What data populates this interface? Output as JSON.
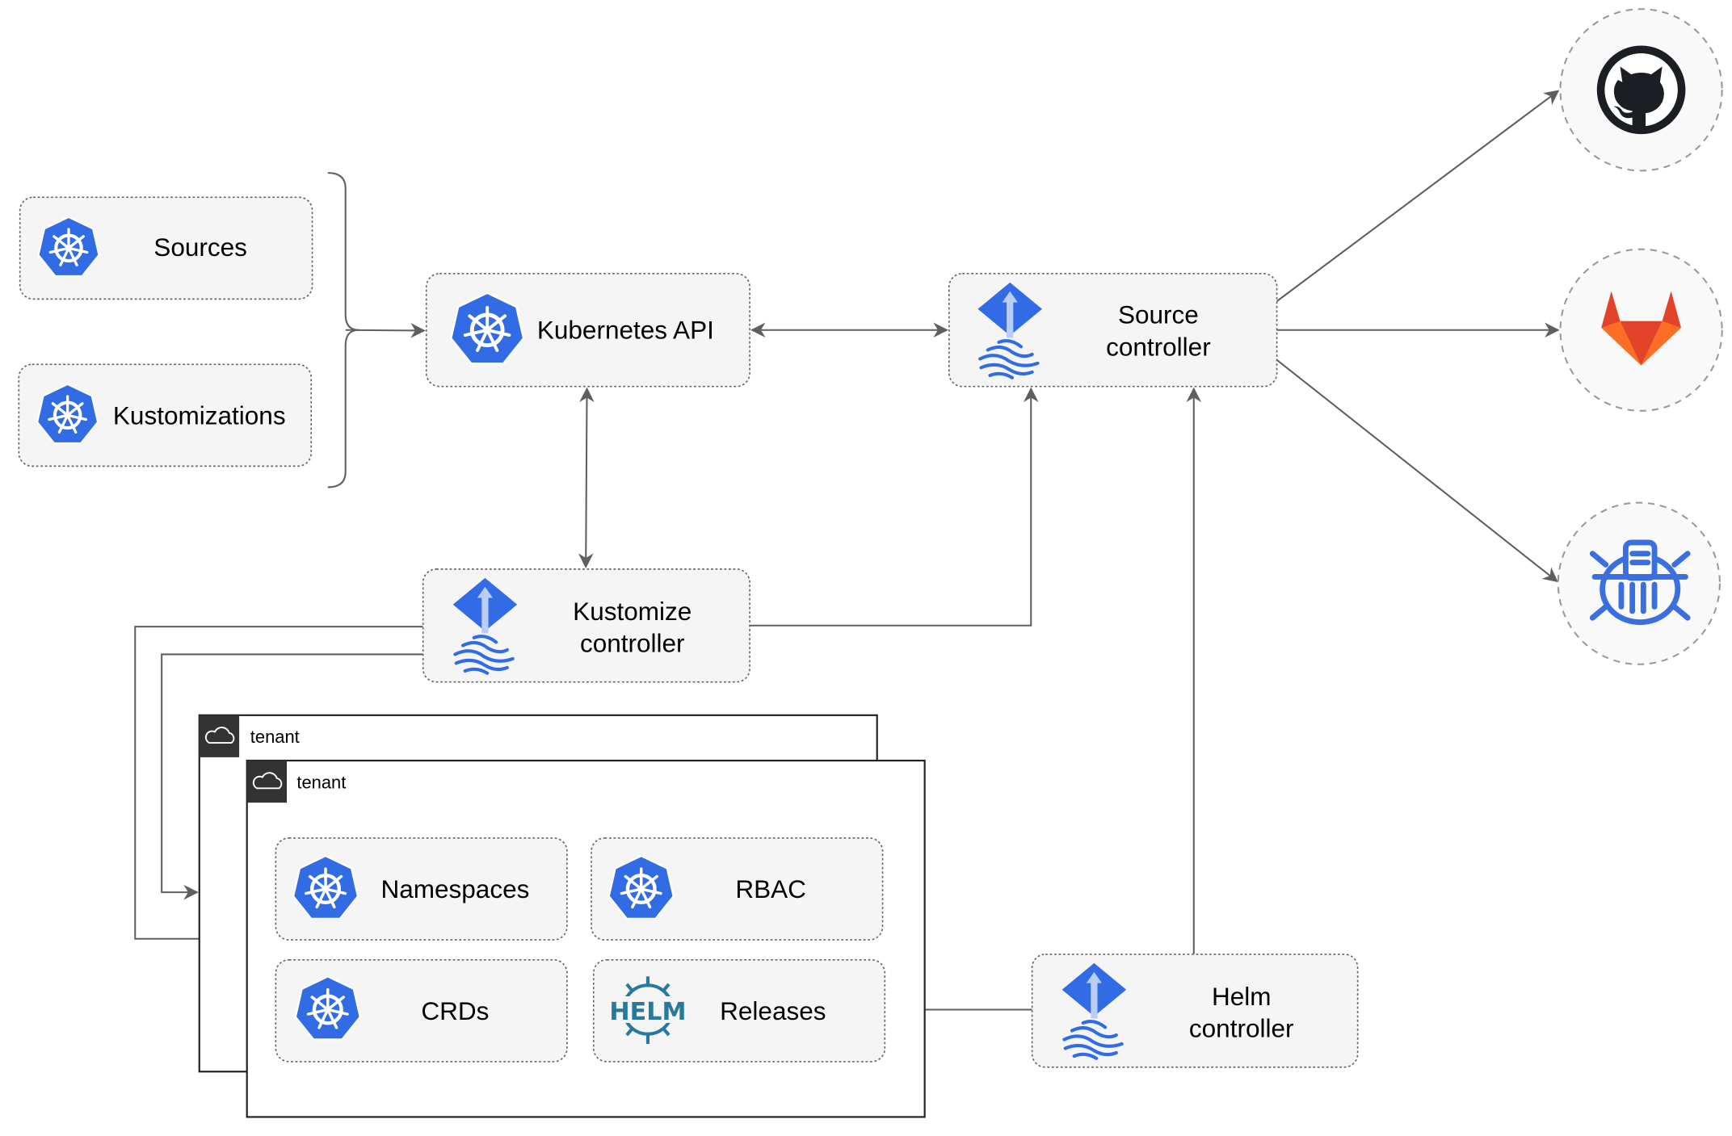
{
  "nodes": {
    "sources": "Sources",
    "kustomizations": "Kustomizations",
    "kubernetes_api": "Kubernetes API",
    "source_controller": [
      "Source",
      "controller"
    ],
    "kustomize_controller": [
      "Kustomize",
      "controller"
    ],
    "helm_controller": [
      "Helm",
      "controller"
    ],
    "namespaces": "Namespaces",
    "rbac": "RBAC",
    "crds": "CRDs",
    "releases": "Releases"
  },
  "tenants": [
    "tenant",
    "tenant"
  ],
  "helm_logo_text": "HELM",
  "external_sources": [
    "github-icon",
    "gitlab-icon",
    "bucket-registry-icon"
  ],
  "colors": {
    "kubernetes_blue": "#326ce5",
    "flux_blue": "#316ce6",
    "gitlab_orange": "#e24329",
    "gitlab_light": "#fca326",
    "github_dark": "#1b1f23",
    "helm_blue": "#277a9f",
    "tenant_header": "#333333"
  }
}
